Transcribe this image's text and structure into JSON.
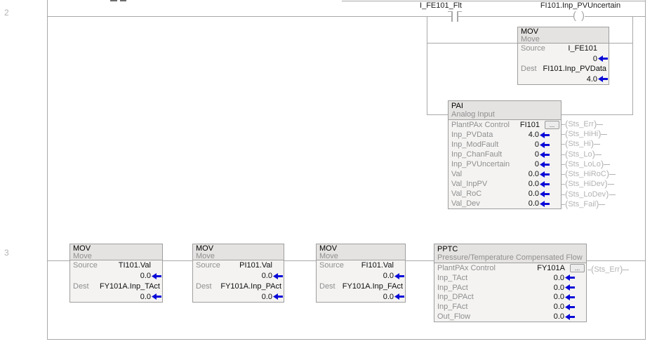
{
  "colors": {
    "wire": "#a8a8a8",
    "blue": "#0a0ad8",
    "border": "#9e9e9e",
    "hdrbg": "#e5e3e2",
    "bodybg": "#f4f3f2",
    "muted": "#8f8f8f",
    "ink": "#141414",
    "sts": "#b4b2b2",
    "rnum": "#b2b2b2"
  },
  "rung2": {
    "number": "2",
    "contact": {
      "label": "I_FE101_Flt"
    },
    "coil": {
      "label": "FI101.Inp_PVUncertain"
    },
    "mov": {
      "mnemonic": "MOV",
      "title": "Move",
      "source_label": "Source",
      "source_tag": "I_FE101",
      "source_value": "0",
      "dest_label": "Dest",
      "dest_tag": "FI101.Inp_PVData",
      "dest_value": "4.0"
    },
    "pai": {
      "mnemonic": "PAI",
      "title": "Analog Input",
      "control_label": "PlantPAx Control",
      "control_tag": "FI101",
      "browse_label": "...",
      "params": [
        {
          "name": "Inp_PVData",
          "value": "4.0"
        },
        {
          "name": "Inp_ModFault",
          "value": "0"
        },
        {
          "name": "Inp_ChanFault",
          "value": "0"
        },
        {
          "name": "Inp_PVUncertain",
          "value": "0"
        },
        {
          "name": "Val",
          "value": "0.0"
        },
        {
          "name": "Val_InpPV",
          "value": "0.0"
        },
        {
          "name": "Val_RoC",
          "value": "0.0"
        },
        {
          "name": "Val_Dev",
          "value": "0.0"
        }
      ],
      "sts_outputs": [
        "Sts_Err",
        "Sts_HiHi",
        "Sts_Hi",
        "Sts_Lo",
        "Sts_LoLo",
        "Sts_HiRoC",
        "Sts_HiDev",
        "Sts_LoDev",
        "Sts_Fail"
      ]
    }
  },
  "rung3": {
    "number": "3",
    "movs": [
      {
        "mnemonic": "MOV",
        "title": "Move",
        "source_label": "Source",
        "source_tag": "TI101.Val",
        "source_value": "0.0",
        "dest_label": "Dest",
        "dest_tag": "FY101A.Inp_TAct",
        "dest_value": "0.0"
      },
      {
        "mnemonic": "MOV",
        "title": "Move",
        "source_label": "Source",
        "source_tag": "PI101.Val",
        "source_value": "0.0",
        "dest_label": "Dest",
        "dest_tag": "FY101A.Inp_PAct",
        "dest_value": "0.0"
      },
      {
        "mnemonic": "MOV",
        "title": "Move",
        "source_label": "Source",
        "source_tag": "FI101.Val",
        "source_value": "0.0",
        "dest_label": "Dest",
        "dest_tag": "FY101A.Inp_FAct",
        "dest_value": "0.0"
      }
    ],
    "pptc": {
      "mnemonic": "PPTC",
      "title": "Pressure/Temperature Compensated Flow",
      "control_label": "PlantPAx Control",
      "control_tag": "FY101A",
      "browse_label": "...",
      "params": [
        {
          "name": "Inp_TAct",
          "value": "0.0"
        },
        {
          "name": "Inp_PAct",
          "value": "0.0"
        },
        {
          "name": "Inp_DPAct",
          "value": "0.0"
        },
        {
          "name": "Inp_FAct",
          "value": "0.0"
        },
        {
          "name": "Out_Flow",
          "value": "0.0"
        }
      ],
      "sts_outputs": [
        "Sts_Err"
      ]
    }
  }
}
